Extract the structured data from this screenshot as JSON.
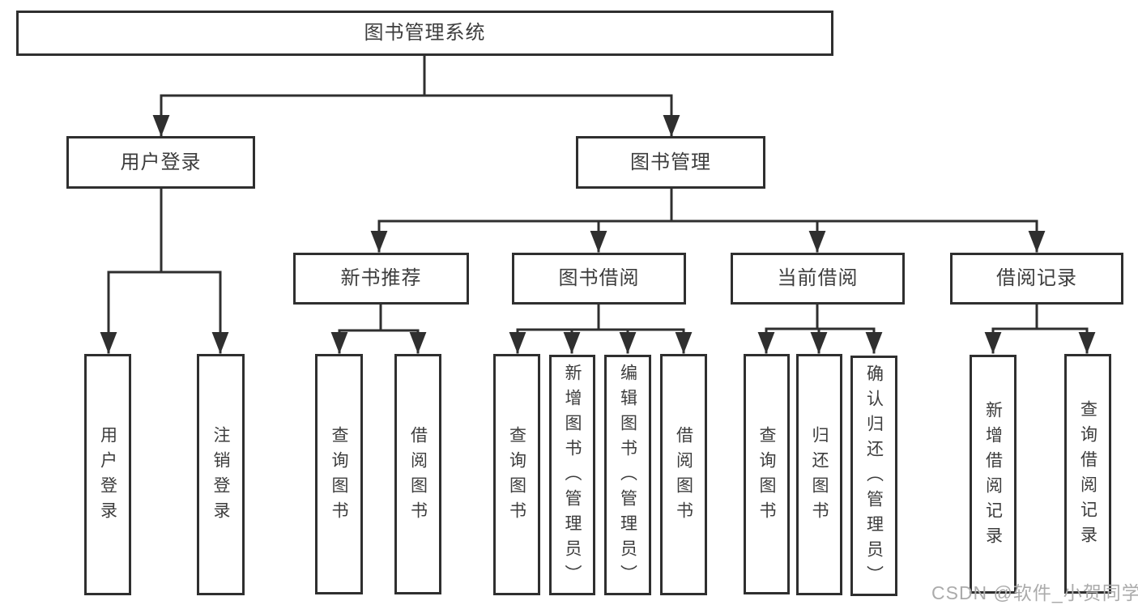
{
  "diagram": {
    "type": "hierarchy-tree",
    "root": {
      "label": "图书管理系统"
    },
    "branches": [
      {
        "label": "用户登录",
        "leaves": [
          {
            "label": "用户登录"
          },
          {
            "label": "注销登录"
          }
        ]
      },
      {
        "label": "图书管理",
        "sections": [
          {
            "label": "新书推荐",
            "leaves": [
              {
                "label": "查询图书"
              },
              {
                "label": "借阅图书"
              }
            ]
          },
          {
            "label": "图书借阅",
            "leaves": [
              {
                "label": "查询图书"
              },
              {
                "label": "新增图书（管理员）"
              },
              {
                "label": "编辑图书（管理员）"
              },
              {
                "label": "借阅图书"
              }
            ]
          },
          {
            "label": "当前借阅",
            "leaves": [
              {
                "label": "查询图书"
              },
              {
                "label": "归还图书"
              },
              {
                "label": "确认归还（管理员）"
              }
            ]
          },
          {
            "label": "借阅记录",
            "leaves": [
              {
                "label": "新增借阅记录"
              },
              {
                "label": "查询借阅记录"
              }
            ]
          }
        ]
      }
    ],
    "watermark": "CSDN @软件_小贺同学",
    "colors": {
      "line": "#2f2f2f",
      "text": "#3d3d3d",
      "box_background": "#ffffff",
      "watermark": "#ababab",
      "background": "#ffffff"
    }
  }
}
